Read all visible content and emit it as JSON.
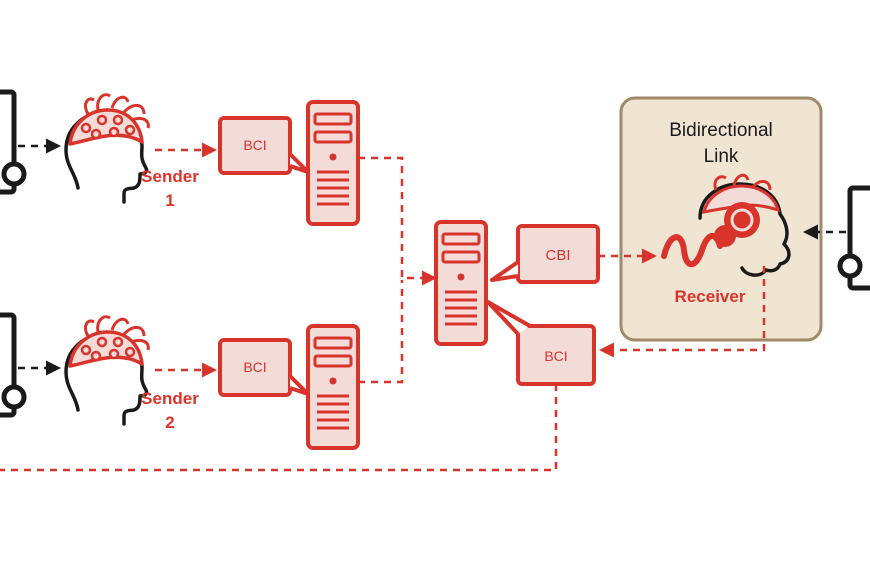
{
  "colors": {
    "accent": "#d9342b",
    "accent_fill": "#f3dcd8",
    "link_box_fill": "#f0e4d2",
    "link_box_stroke": "#a08a68",
    "dark": "#1a1a1a"
  },
  "sender1": {
    "name": "Sender",
    "number": "1",
    "bci_label": "BCI"
  },
  "sender2": {
    "name": "Sender",
    "number": "2",
    "bci_label": "BCI"
  },
  "hub": {
    "cbi_label": "CBI",
    "bci_label": "BCI"
  },
  "link": {
    "title_line1": "Bidirectional",
    "title_line2": "Link",
    "receiver_label": "Receiver"
  },
  "icons": [
    "monitor-icon",
    "head-with-eeg-cap-icon",
    "computer-tower-icon",
    "screen-box-icon",
    "brain-stimulation-icon"
  ]
}
